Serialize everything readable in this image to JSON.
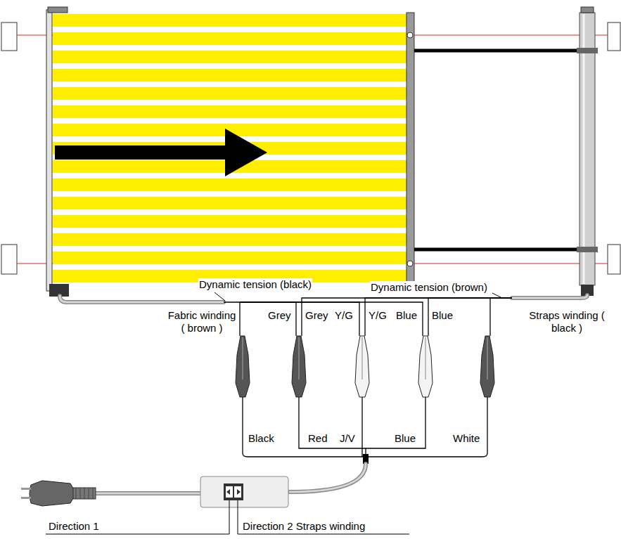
{
  "diagram": {
    "labels": [
      "Dynamic tension (black)",
      "Dynamic tension (brown)",
      "Fabric winding ( brown )",
      "Grey",
      "Grey",
      "Y/G",
      "Y/G",
      "Blue",
      "Blue",
      "Straps winding ( black )",
      "Black",
      "Red",
      "J/V",
      "Blue",
      "White",
      "Direction 1",
      "Direction 2 Straps winding"
    ]
  }
}
